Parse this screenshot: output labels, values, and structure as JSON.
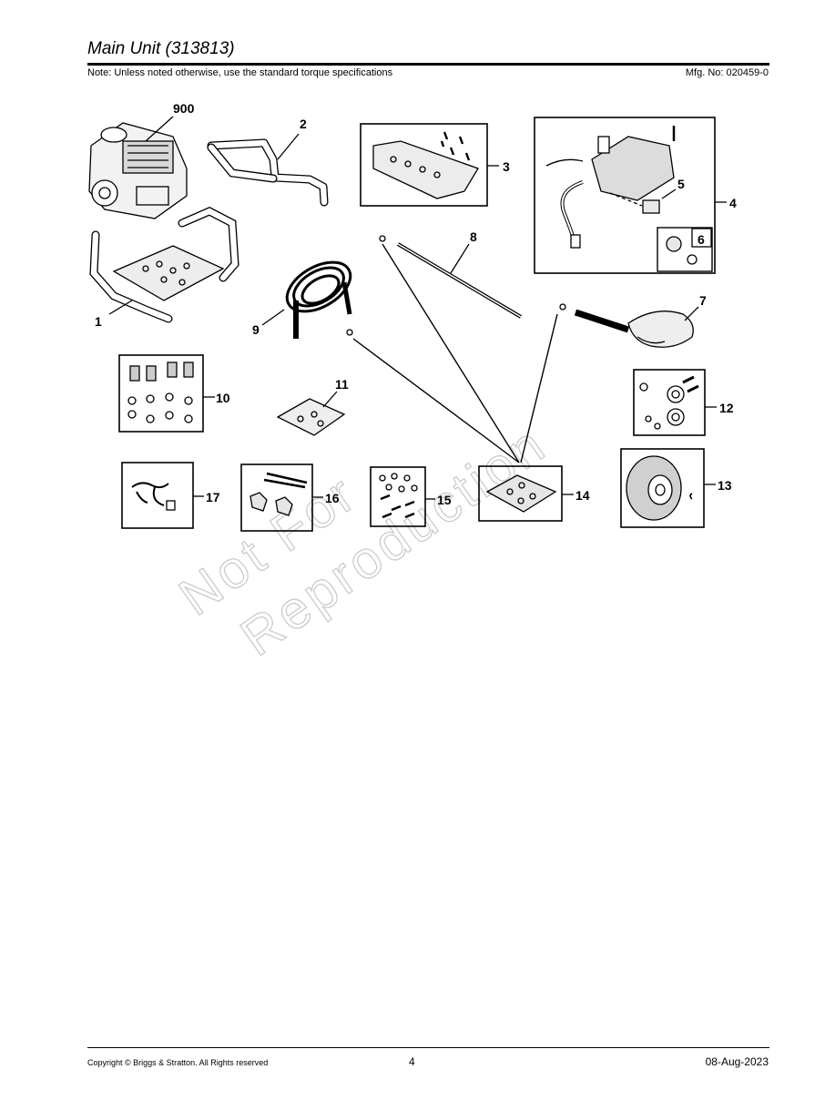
{
  "header": {
    "title": "Main Unit (313813)",
    "note": "Note: Unless noted otherwise, use the standard torque specifications",
    "mfg_no": "Mfg. No: 020459-0"
  },
  "watermark": {
    "line1": "Not For",
    "line2": "Reproduction"
  },
  "callouts": {
    "c900": "900",
    "c1": "1",
    "c2": "2",
    "c3": "3",
    "c4": "4",
    "c5": "5",
    "c6": "6",
    "c7": "7",
    "c8": "8",
    "c9": "9",
    "c10": "10",
    "c11": "11",
    "c12": "12",
    "c13": "13",
    "c14": "14",
    "c15": "15",
    "c16": "16",
    "c17": "17"
  },
  "footer": {
    "copyright": "Copyright ©  Briggs & Stratton. All Rights reserved",
    "page": "4",
    "date": "08-Aug-2023"
  }
}
